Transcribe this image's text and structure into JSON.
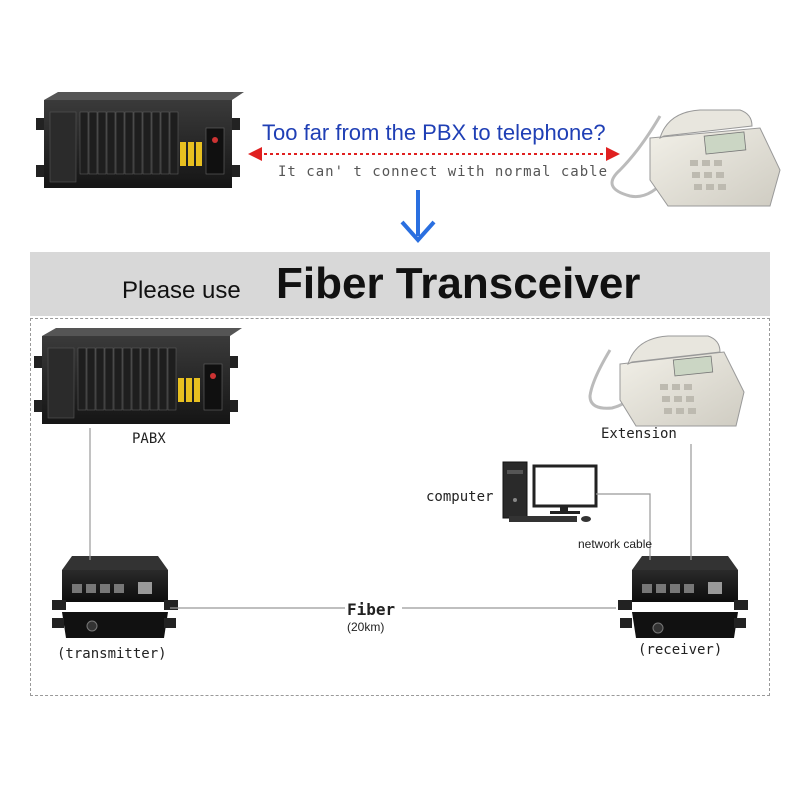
{
  "top": {
    "question": "Too far from the PBX to telephone?",
    "subtext": "It can' t connect with normal cable"
  },
  "banner": {
    "prefix": "Please use",
    "title": "Fiber Transceiver"
  },
  "diagram": {
    "pabx_label": "PABX",
    "extension_label": "Extension",
    "computer_label": "computer",
    "network_cable_label": "network cable",
    "fiber_label": "Fiber",
    "fiber_distance": "(20km)",
    "transmitter_label": "(transmitter)",
    "receiver_label": "(receiver)"
  },
  "colors": {
    "question_text": "#1f3fb5",
    "arrow_red": "#e02020",
    "arrow_blue": "#2a6fe0",
    "banner_bg": "#d8d8d8",
    "device_dark": "#1c1c1c",
    "module_yellow": "#e8c020"
  }
}
